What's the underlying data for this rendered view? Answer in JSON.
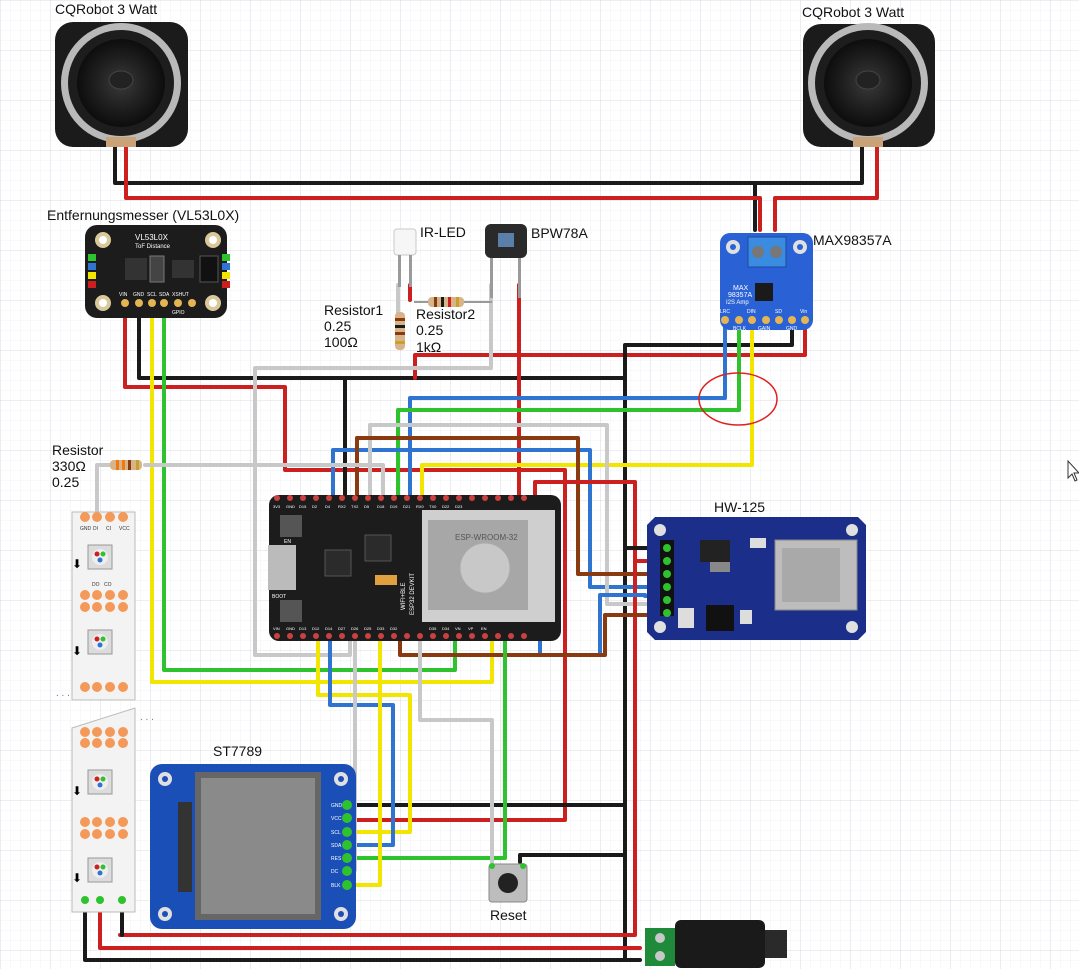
{
  "labels": {
    "speaker_left": "CQRobot 3 Watt",
    "speaker_right": "CQRobot 3 Watt",
    "distance_sensor": "Entfernungsmesser (VL53L0X)",
    "ir_led": "IR-LED",
    "photodiode": "BPW78A",
    "amplifier": "MAX98357A",
    "resistor1_name": "Resistor1",
    "resistor1_power": "0.25",
    "resistor1_value": "100Ω",
    "resistor2_name": "Resistor2",
    "resistor2_power": "0.25",
    "resistor2_value": "1kΩ",
    "resistor3_name": "Resistor",
    "resistor3_value": "330Ω",
    "resistor3_power": "0.25",
    "sd_module": "HW-125",
    "display": "ST7789",
    "reset": "Reset"
  },
  "board_text": {
    "vl53_title": "VL53L0X",
    "vl53_sub": "ToF Distance",
    "vl53_pins": [
      "VIN",
      "GND",
      "SCL",
      "SDA",
      "XSHUT",
      "GPIO"
    ],
    "max_title": "MAX",
    "max_sub1": "98357A",
    "max_sub2": "I2S Amp",
    "max_pins": [
      "LRC",
      "BCLK",
      "DIN",
      "GAIN",
      "SD",
      "GND",
      "Vin"
    ],
    "esp_chip": "ESP-WROOM-32",
    "esp_name1": "WIFI+BLE",
    "esp_name2": "ESP32 DEVKIT",
    "esp_en": "EN",
    "esp_boot": "BOOT",
    "esp_pins_top": [
      "3V3",
      "GND",
      "D15",
      "D2",
      "D4",
      "RX2",
      "TX2",
      "D5",
      "D18",
      "D19",
      "D21",
      "RX0",
      "TX0",
      "D22",
      "D23"
    ],
    "esp_pins_bottom": [
      "VIN",
      "GND",
      "D13",
      "D12",
      "D14",
      "D27",
      "D26",
      "D25",
      "D33",
      "D32",
      "D35",
      "D34",
      "VN",
      "VP",
      "EN"
    ],
    "led_pins_top": [
      "GND",
      "DI",
      "CI",
      "VCC"
    ],
    "led_pins_out": [
      "DO",
      "CO"
    ],
    "st_pins": [
      "GND",
      "VCC",
      "SCL",
      "SDA",
      "RES",
      "DC",
      "BLK"
    ]
  },
  "colors": {
    "red": "#cc1f1f",
    "black": "#1a1a1a",
    "yellow": "#f2e600",
    "green": "#2ec22e",
    "blue": "#2f74d0",
    "gray": "#c8c8c8",
    "brown": "#8a3a10",
    "pcb_black": "#1c1c1c",
    "pcb_blue": "#1b2f8a",
    "led_strip": "#f3f3f3",
    "highlight": "#e02020"
  }
}
